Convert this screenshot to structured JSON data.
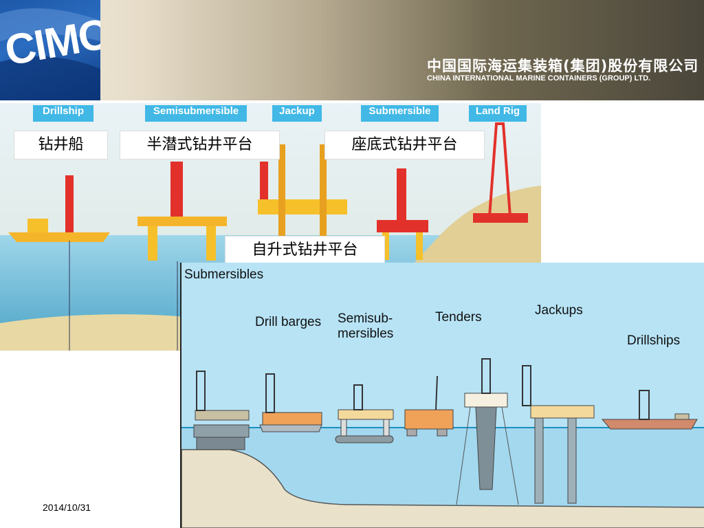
{
  "header": {
    "logo_text": "CIMC",
    "company_cn": "中国国际海运集装箱(集团)股份有限公司",
    "company_en": "CHINA INTERNATIONAL MARINE CONTAINERS (GROUP) LTD."
  },
  "top_figure": {
    "categories": [
      "Drillship",
      "Semisubmersible",
      "Jackup",
      "Submersible",
      "Land Rig"
    ],
    "cn_labels": {
      "drillship": "钻井船",
      "semisub": "半潜式钻井平台",
      "submersible": "座底式钻井平台",
      "jackup": "自升式钻井平台"
    }
  },
  "bottom_figure": {
    "labels": {
      "submersibles": "Submersibles",
      "drill_barges": "Drill barges",
      "semisub": "Semisub-\nmersibles",
      "tenders": "Tenders",
      "jackups": "Jackups",
      "drillships": "Drillships"
    }
  },
  "footer": {
    "date": "2014/10/31"
  },
  "colors": {
    "label_blue": "#41b8e6",
    "rig_red": "#e2312a",
    "rig_yellow": "#f5c02a",
    "sea": "#a8dcf2"
  }
}
